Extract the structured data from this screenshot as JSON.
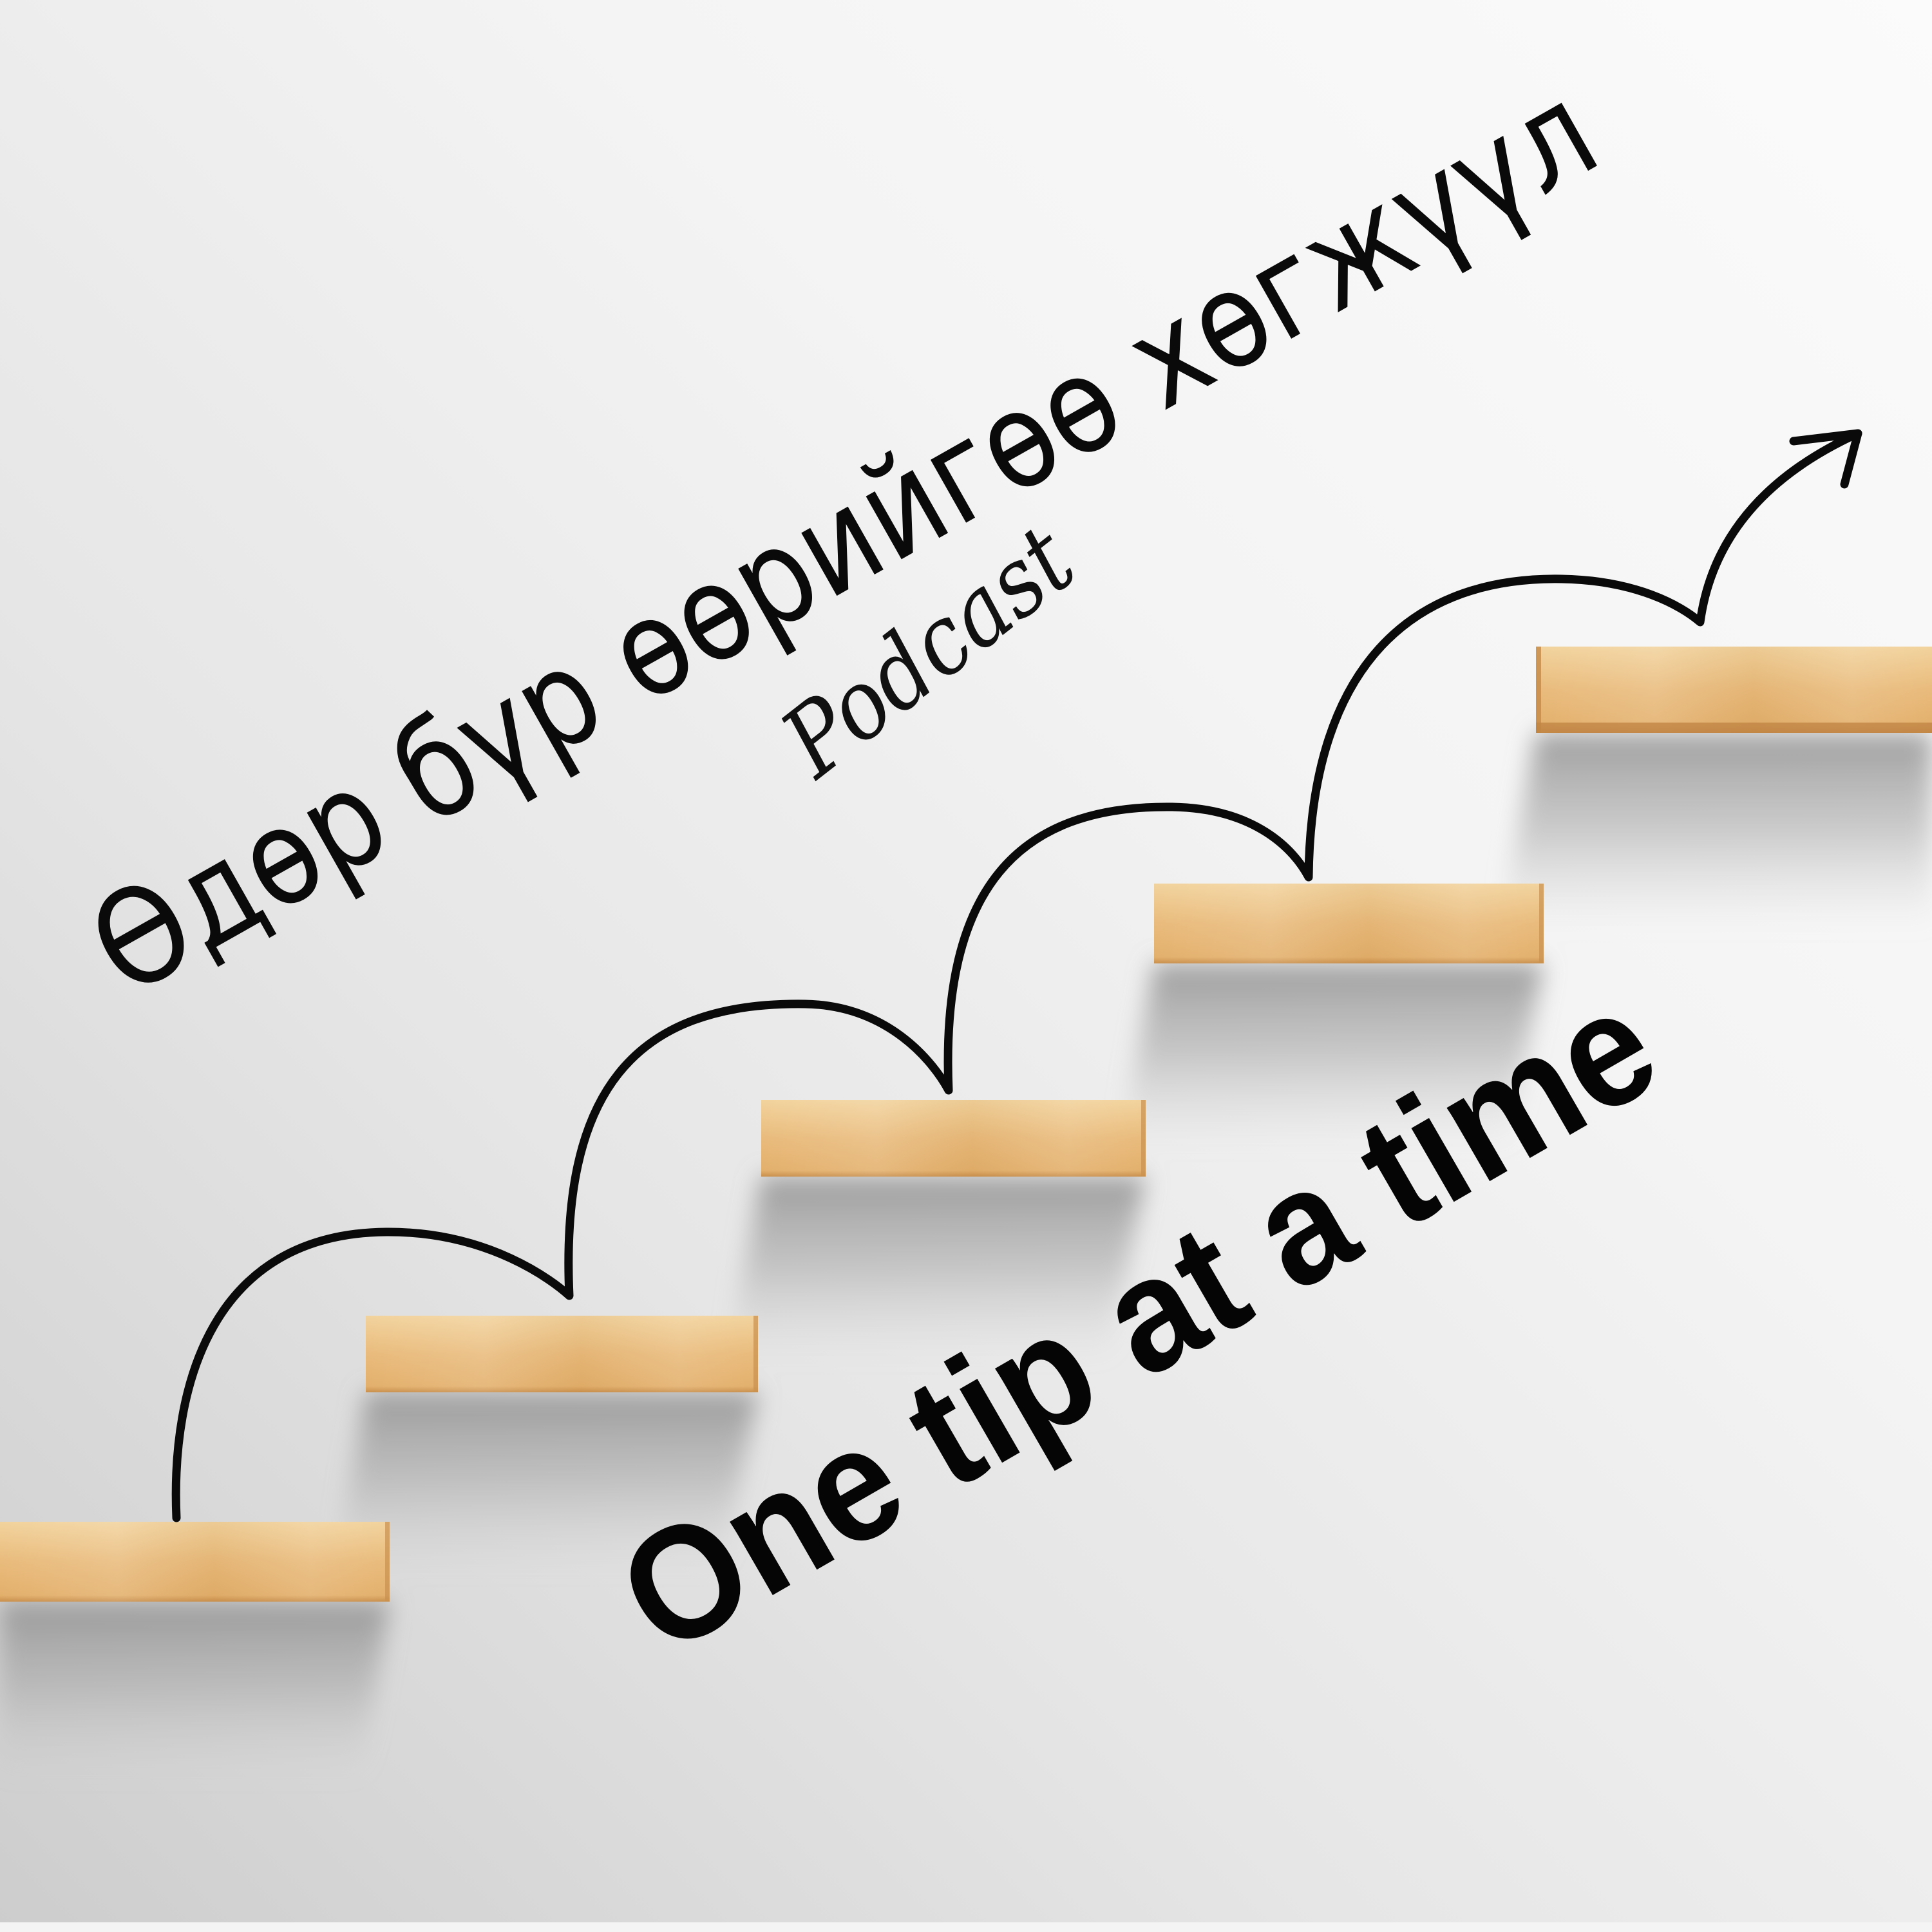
{
  "cover": {
    "title": "Өдөр бүр өөрийгөө хөгжүүл",
    "subtitle": "Podcast",
    "tagline": "One tip at a time"
  },
  "colors": {
    "background_light": "#f8f8f8",
    "background_mid": "#ececec",
    "background_dark": "#cfcfcf",
    "wood_light": "#f0cf97",
    "wood_mid": "#e8b877",
    "wood_dark": "#c98f4c",
    "shadow": "#9e9e9e",
    "ink": "#0a0a0a"
  },
  "graphic": {
    "steps_count": 5,
    "arrow_icon": "curved-arrow-up-right"
  }
}
